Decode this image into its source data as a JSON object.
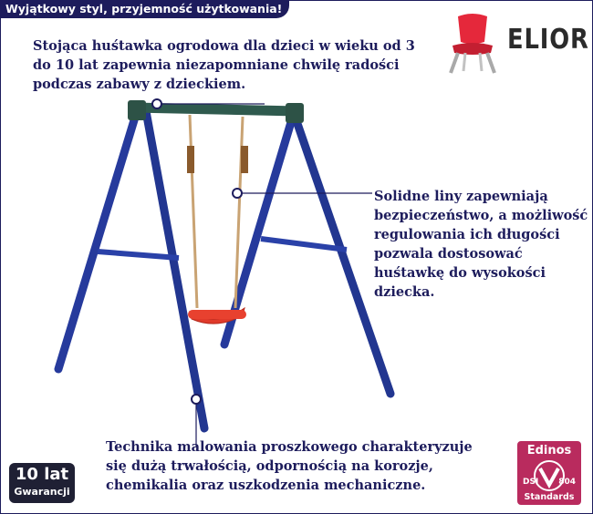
{
  "header": {
    "tag": "Wyjątkowy styl, przyjemność użytkowania!"
  },
  "brand": {
    "name": "ELIOR"
  },
  "descriptions": {
    "frame": "Stojąca huśtawka ogrodowa dla dzieci w wieku od 3 do 10 lat zapewnia niezapomniane chwilę radości podczas zabawy z dzieckiem.",
    "ropes": "Solidne liny zapewniają bezpieczeństwo, a możliwość regulowania ich długości pozwala dostosować huśtawkę do wysokości dziecka.",
    "paint": "Technika malowania proszkowego charakteryzuje się dużą trwałością, odpornością na korozje, chemikalia oraz uszkodzenia mechaniczne."
  },
  "badges": {
    "warranty_big": "10 lat",
    "warranty_small": "Gwarancji",
    "cert_title": "Edinos",
    "cert_left": "DSI",
    "cert_right": "804",
    "cert_bottom": "Standards"
  },
  "colors": {
    "text": "#1d1c5c",
    "frame_blue": "#263a9c",
    "beam_green": "#2f5a4e",
    "seat_red": "#e03a2a",
    "rope": "#c9a373",
    "cert_bg": "#b92b5e"
  }
}
